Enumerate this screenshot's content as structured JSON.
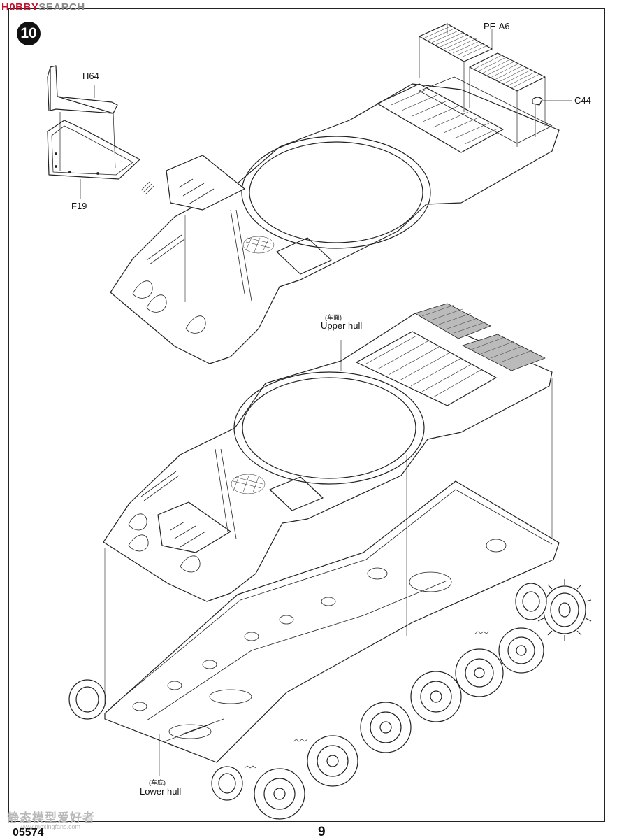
{
  "watermark_top": {
    "prefix": "H",
    "middle": "0BBY",
    "suffix": "SEARCH"
  },
  "step_number": "10",
  "labels": {
    "h64": "H64",
    "f19": "F19",
    "pe_a6": "PE-A6",
    "c44": "C44",
    "upper_hull_cn": "(车面)",
    "upper_hull": "Upper hull",
    "lower_hull_cn": "(车底)",
    "lower_hull": "Lower hull"
  },
  "footer": {
    "product_code": "05574",
    "page_number": "9",
    "watermark_cn": "静态模型爱好者",
    "watermark_url": "www.moxingfans.com"
  }
}
